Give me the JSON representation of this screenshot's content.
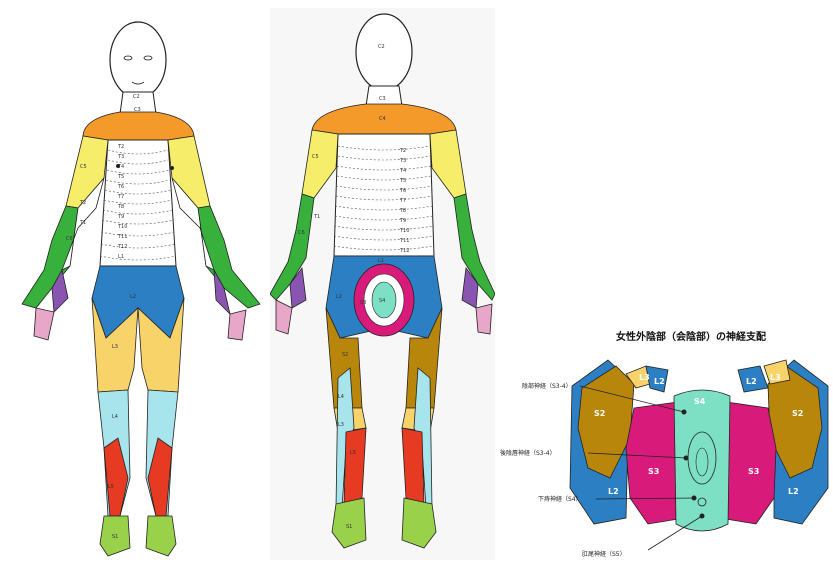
{
  "colors": {
    "C2": "#ffffff",
    "C4": "#f39a2a",
    "C5": "#f6ee6a",
    "C6": "#38b03c",
    "C7": "#8a55b0",
    "C8": "#e8a6c8",
    "T": "#ffffff",
    "L1": "#ffffff",
    "L2": "#2b7fc2",
    "L3": "#f7d36a",
    "L4": "#a7e4ec",
    "L5": "#e63a23",
    "S1": "#9ad14b",
    "S2": "#b8860b",
    "S3": "#d81b7a",
    "S4": "#7de0c4",
    "outline": "#222222"
  },
  "front": {
    "c2": "C2",
    "c3": "C3",
    "c5": "C5",
    "c6": "C6",
    "t1": "T1",
    "t2": "T2",
    "thoracic": [
      "T2",
      "T3",
      "T4",
      "T5",
      "T6",
      "T7",
      "T8",
      "T9",
      "T10",
      "T11",
      "T12",
      "L1"
    ],
    "l2": "L2",
    "l3": "L3",
    "l4": "L4",
    "l5": "L5",
    "s1": "S1"
  },
  "back": {
    "c2": "C2",
    "c3": "C3",
    "c4": "C4",
    "c5": "C5",
    "c6": "C6",
    "t1": "T1",
    "thoracic": [
      "T2",
      "T3",
      "T4",
      "T5",
      "T6",
      "T7",
      "T8",
      "T9",
      "T10",
      "T11",
      "T12"
    ],
    "l1": "L1",
    "l2": "L2",
    "l3": "L3",
    "l4": "L4",
    "l5": "L5",
    "s1": "S1",
    "s2": "S2",
    "s3": "S3",
    "s4": "S4"
  },
  "perineum": {
    "title": "女性外陰部（会陰部）の神経支配",
    "l3": "L3",
    "l2": "L2",
    "s2": "S2",
    "s3": "S3",
    "s4": "S4",
    "nerve_1": "陰部神経（S3-4）",
    "nerve_2": "後陰唇神経（S3-4）",
    "nerve_3": "下痔神経（S4）",
    "nerve_4": "肛尾神経（S5）"
  }
}
